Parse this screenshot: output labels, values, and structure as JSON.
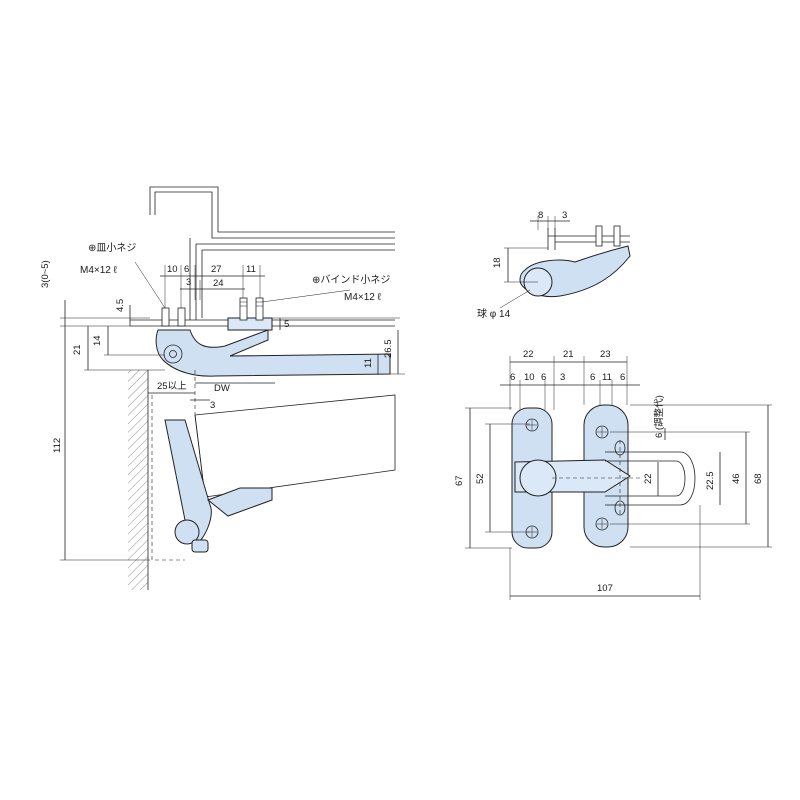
{
  "labels": {
    "screw_flat": "⊕皿小ネジ",
    "screw_flat_size": "M4×12 ℓ",
    "screw_bind": "⊕バインド小ネジ",
    "screw_bind_size": "M4×12 ℓ",
    "ball": "球 φ 14",
    "adjust": "6 (調整代)",
    "dw": "DW",
    "clearance": "25以上"
  },
  "dims_side": {
    "d3_5": "3(0~5)",
    "d4_5": "4.5",
    "d21": "21",
    "d14": "14",
    "d112": "112",
    "d10": "10",
    "d6": "6",
    "d3": "3",
    "d27": "27",
    "d24": "24",
    "d11": "11",
    "d5": "5",
    "d26_5": "26.5",
    "d11b": "11",
    "d3b": "3"
  },
  "dims_top": {
    "d8": "8",
    "d3": "3",
    "d18": "18"
  },
  "dims_front": {
    "d22": "22",
    "d21": "21",
    "d23": "23",
    "d6a": "6",
    "d10": "10",
    "d6b": "6",
    "d3": "3",
    "d6c": "6",
    "d11": "11",
    "d6d": "6",
    "d67": "67",
    "d52": "52",
    "d22b": "22",
    "d22_5": "22.5",
    "d46": "46",
    "d68": "68",
    "d107": "107"
  }
}
